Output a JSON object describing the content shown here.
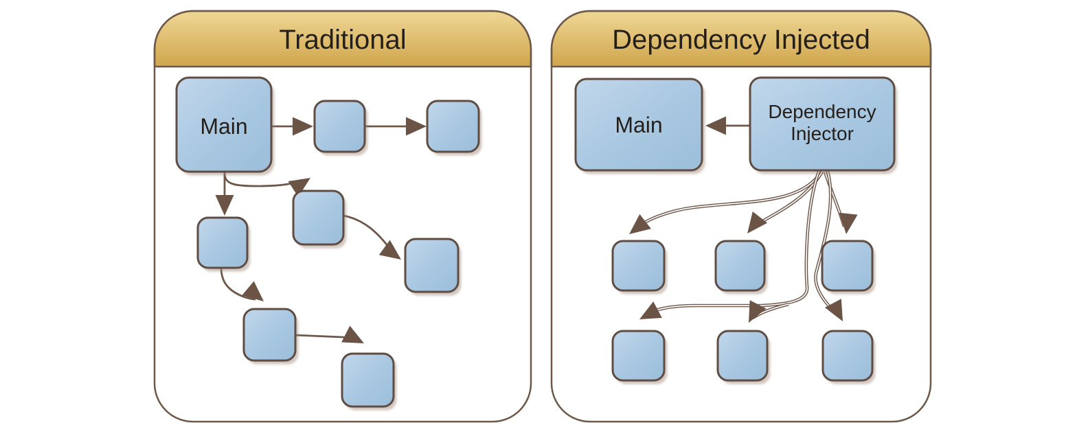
{
  "diagram": {
    "left_panel": {
      "title": "Traditional",
      "main_label": "Main",
      "nodes": [
        {
          "id": "main",
          "label": "Main"
        },
        {
          "id": "box-1",
          "label": ""
        },
        {
          "id": "box-2",
          "label": ""
        },
        {
          "id": "box-3",
          "label": ""
        },
        {
          "id": "box-4",
          "label": ""
        },
        {
          "id": "box-5",
          "label": ""
        },
        {
          "id": "box-6",
          "label": ""
        },
        {
          "id": "box-7",
          "label": ""
        }
      ],
      "edges": [
        {
          "from": "main",
          "to": "box-1"
        },
        {
          "from": "box-1",
          "to": "box-2"
        },
        {
          "from": "main",
          "to": "box-3"
        },
        {
          "from": "main",
          "to": "box-4"
        },
        {
          "from": "box-4",
          "to": "box-5"
        },
        {
          "from": "box-3",
          "to": "box-6"
        },
        {
          "from": "box-6",
          "to": "box-7"
        }
      ]
    },
    "right_panel": {
      "title": "Dependency Injected",
      "main_label": "Main",
      "injector_label_line1": "Dependency",
      "injector_label_line2": "Injector",
      "nodes": [
        {
          "id": "main",
          "label": "Main"
        },
        {
          "id": "dependency-injector",
          "label": "Dependency Injector"
        },
        {
          "id": "box-1",
          "label": ""
        },
        {
          "id": "box-2",
          "label": ""
        },
        {
          "id": "box-3",
          "label": ""
        },
        {
          "id": "box-4",
          "label": ""
        },
        {
          "id": "box-5",
          "label": ""
        },
        {
          "id": "box-6",
          "label": ""
        }
      ],
      "edges": [
        {
          "from": "dependency-injector",
          "to": "main"
        },
        {
          "from": "dependency-injector",
          "to": "box-1"
        },
        {
          "from": "dependency-injector",
          "to": "box-2"
        },
        {
          "from": "dependency-injector",
          "to": "box-3"
        },
        {
          "from": "dependency-injector",
          "to": "box-4"
        },
        {
          "from": "dependency-injector",
          "to": "box-5"
        },
        {
          "from": "dependency-injector",
          "to": "box-6"
        }
      ]
    },
    "colors": {
      "header_gold_top": "#ecd28d",
      "header_gold_bottom": "#d2a74f",
      "node_blue_light": "#c1d7eb",
      "node_blue_dark": "#9cbeda",
      "line_brown": "#6f574a",
      "border_brown": "#6e5847",
      "text": "#241f1a",
      "background": "#ffffff"
    }
  }
}
